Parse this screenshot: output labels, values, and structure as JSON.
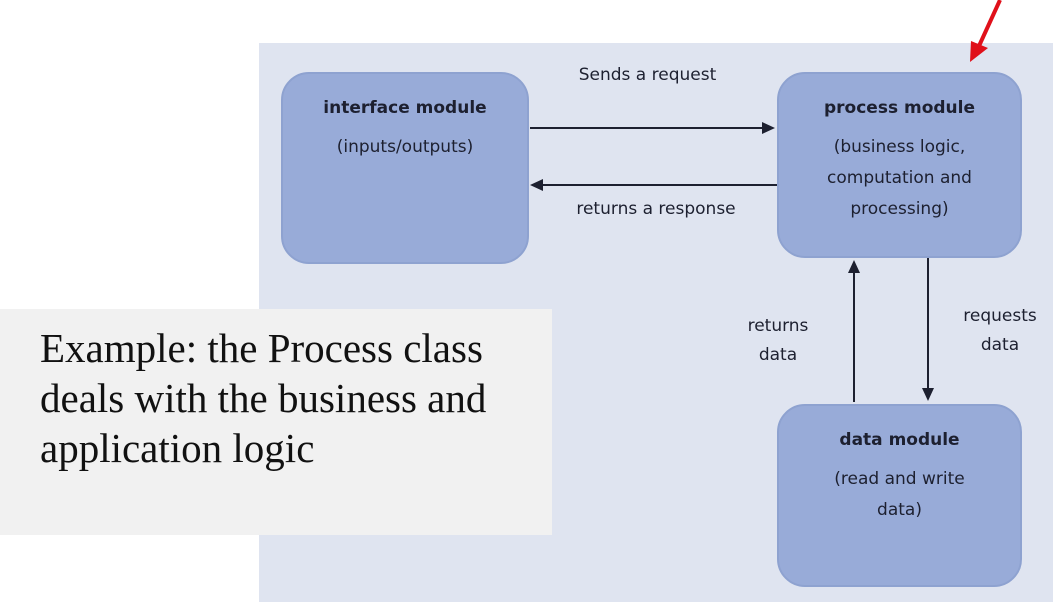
{
  "diagram": {
    "modules": {
      "interface": {
        "title": "interface module",
        "description": "(inputs/outputs)"
      },
      "process": {
        "title": "process module",
        "description": "(business logic,\ncomputation and\nprocessing)"
      },
      "data": {
        "title": "data module",
        "description": "(read and write\ndata)"
      }
    },
    "arrows": {
      "sends_request": "Sends a request",
      "returns_response": "returns a response",
      "returns_data": "returns\ndata",
      "requests_data": "requests\ndata"
    },
    "colors": {
      "panel": "#dfe4f0",
      "module_fill": "#98abd8",
      "arrow": "#1d2030",
      "pointer_arrow": "#e0101a"
    }
  },
  "example": {
    "text": "Example: the Process class deals with the business and application logic"
  },
  "pointer": {
    "icon": "red-arrow-icon"
  }
}
